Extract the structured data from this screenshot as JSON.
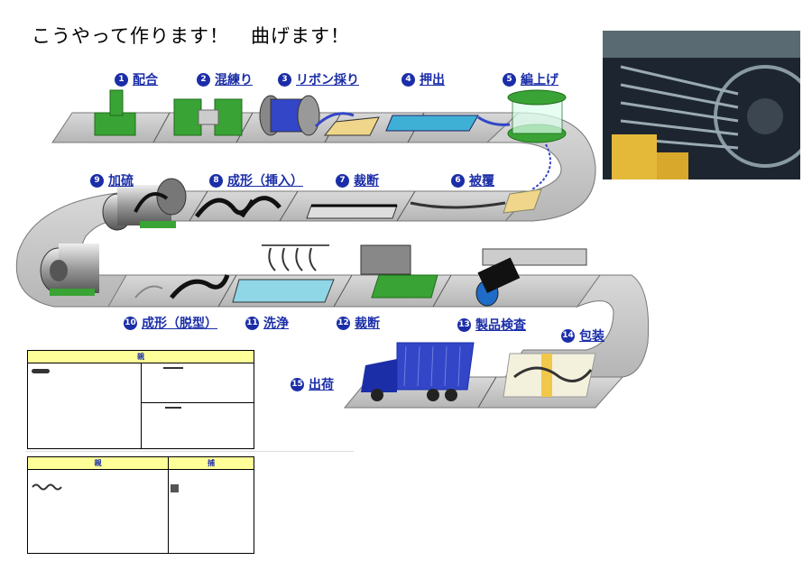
{
  "title": {
    "part1": "こうやって作ります！",
    "part2": "曲げます！"
  },
  "steps": [
    {
      "num": "1",
      "label": "配合"
    },
    {
      "num": "2",
      "label": "混練り"
    },
    {
      "num": "3",
      "label": "リボン採り"
    },
    {
      "num": "4",
      "label": "押出"
    },
    {
      "num": "5",
      "label": "編上げ"
    },
    {
      "num": "6",
      "label": "被覆"
    },
    {
      "num": "7",
      "label": "裁断"
    },
    {
      "num": "8",
      "label": "成形（挿入）"
    },
    {
      "num": "9",
      "label": "加硫"
    },
    {
      "num": "10",
      "label": "成形（脱型）"
    },
    {
      "num": "11",
      "label": "洗浄"
    },
    {
      "num": "12",
      "label": "裁断"
    },
    {
      "num": "13",
      "label": "製品検査"
    },
    {
      "num": "14",
      "label": "包装"
    },
    {
      "num": "15",
      "label": "出荷"
    }
  ],
  "legend": {
    "top_header": "親",
    "bottom_left_header": "親",
    "bottom_right_header": "捕"
  },
  "colors": {
    "label_blue": "#1b2ea8",
    "belt": "#c8c8c8",
    "machine_green": "#3aa335",
    "truck_blue": "#3346c8",
    "legend_head": "#ffff99"
  }
}
